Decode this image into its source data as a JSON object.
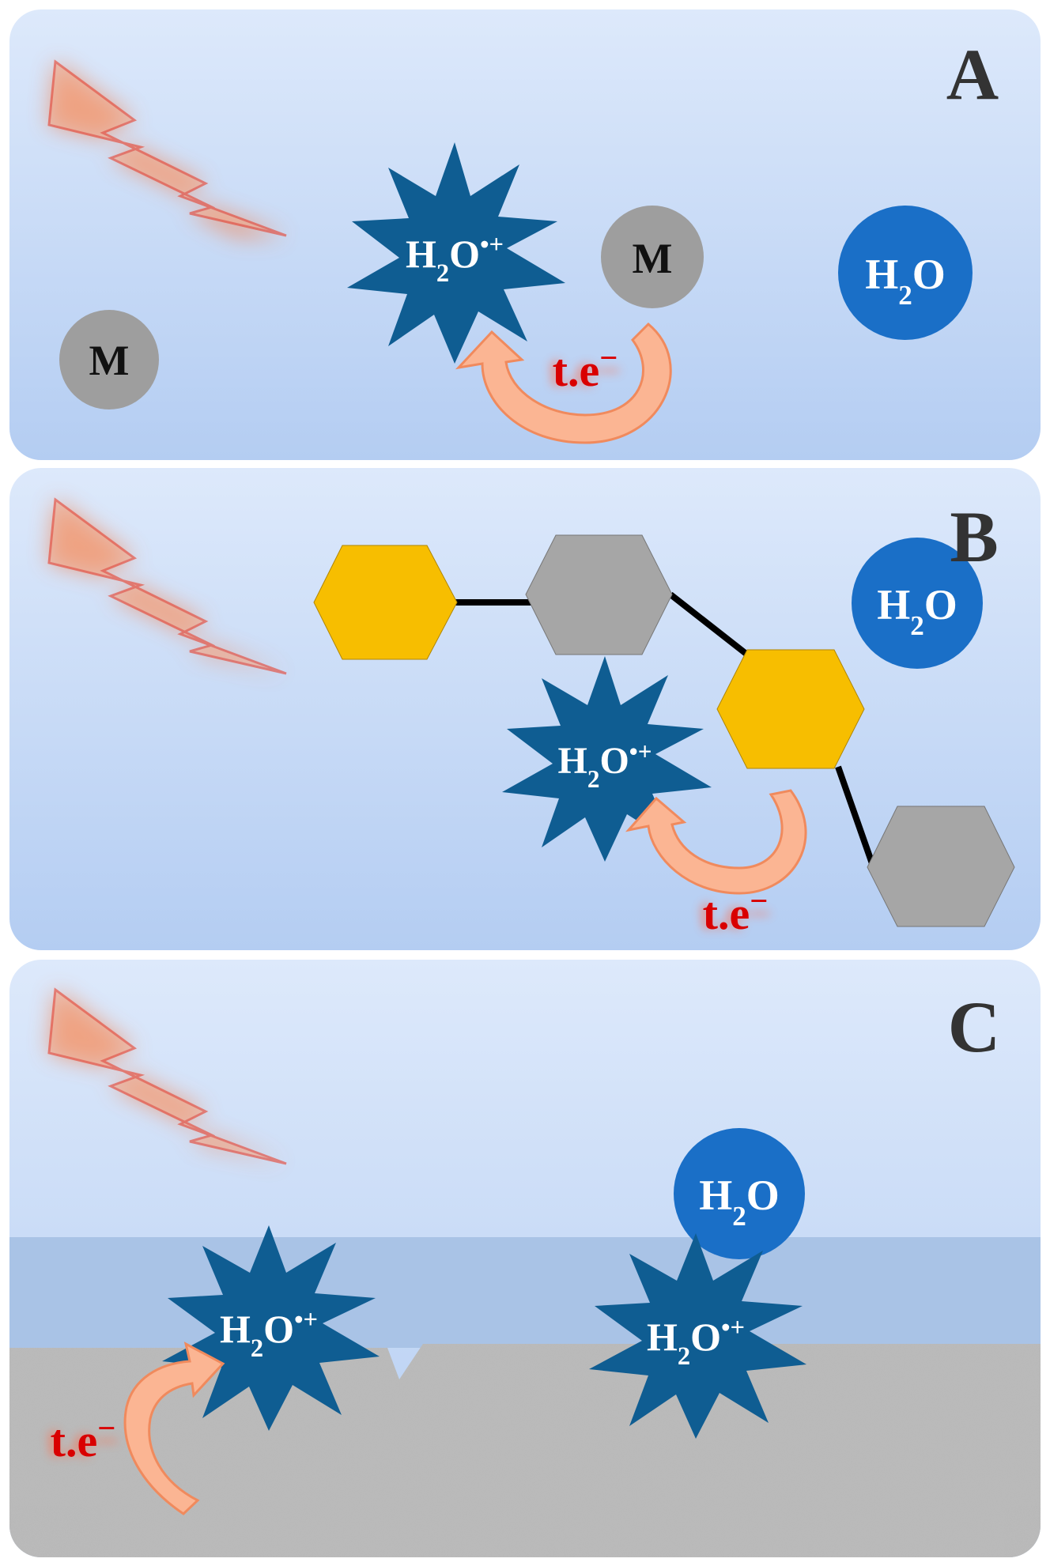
{
  "panels": [
    {
      "letter": "A",
      "species": {
        "M_left": "M",
        "M_right": "M",
        "water": "H2O",
        "radical_cation": "H2O•+",
        "transfer": "t.e−"
      }
    },
    {
      "letter": "B",
      "species": {
        "water": "H2O",
        "radical_cation": "H2O•+",
        "transfer": "t.e−"
      }
    },
    {
      "letter": "C",
      "species": {
        "water": "H2O",
        "radical_cation_left": "H2O•+",
        "radical_cation_right": "H2O•+",
        "transfer": "t.e−"
      }
    }
  ],
  "colors": {
    "background_top": "#dde9fb",
    "background_bottom": "#b4cdf2",
    "water": "#1a6fc7",
    "radical": "#0f5d92",
    "metal": "#9e9e9e",
    "hexagon_gold": "#f7be00",
    "hexagon_grey": "#a6a6a6",
    "transfer_arrow": "#f7a07a",
    "transfer_text": "#d90000",
    "lightning": "#e8321d",
    "surface_layer": "#a9c3e6"
  },
  "icons": [
    "lightning-bolt-icon",
    "water-molecule-icon",
    "radical-cation-icon",
    "metal-ion-icon",
    "hexagon-monomer-icon",
    "curved-arrow-icon"
  ]
}
